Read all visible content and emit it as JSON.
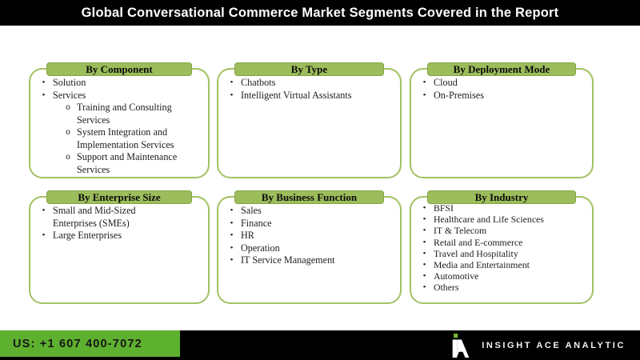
{
  "header": {
    "title": "Global Conversational Commerce Market Segments Covered in the Report"
  },
  "boxes": [
    {
      "title": "By Component",
      "items": [
        {
          "level": 1,
          "text": "Solution"
        },
        {
          "level": 1,
          "text": "Services"
        },
        {
          "level": 2,
          "text": "Training and Consulting Services"
        },
        {
          "level": 2,
          "text": "System Integration and Implementation Services"
        },
        {
          "level": 2,
          "text": "Support and Maintenance Services"
        }
      ]
    },
    {
      "title": "By Type",
      "items": [
        {
          "level": 1,
          "text": "Chatbots"
        },
        {
          "level": 1,
          "text": "Intelligent Virtual Assistants"
        }
      ]
    },
    {
      "title": "By Deployment Mode",
      "items": [
        {
          "level": 1,
          "text": "Cloud"
        },
        {
          "level": 1,
          "text": "On-Premises"
        }
      ]
    },
    {
      "title": "By Enterprise Size",
      "items": [
        {
          "level": 1,
          "text": "Small and Mid-Sized Enterprises (SMEs)"
        },
        {
          "level": 1,
          "text": "Large Enterprises"
        }
      ]
    },
    {
      "title": "By Business Function",
      "items": [
        {
          "level": 1,
          "text": "Sales"
        },
        {
          "level": 1,
          "text": "Finance"
        },
        {
          "level": 1,
          "text": "HR"
        },
        {
          "level": 1,
          "text": "Operation"
        },
        {
          "level": 1,
          "text": "IT Service Management"
        }
      ]
    },
    {
      "title": "By Industry",
      "items": [
        {
          "level": 1,
          "text": "BFSI"
        },
        {
          "level": 1,
          "text": "Healthcare and Life Sciences"
        },
        {
          "level": 1,
          "text": "IT & Telecom"
        },
        {
          "level": 1,
          "text": "Retail and E-commerce"
        },
        {
          "level": 1,
          "text": "Travel and Hospitality"
        },
        {
          "level": 1,
          "text": "Media and Entertainment"
        },
        {
          "level": 1,
          "text": "Automotive"
        },
        {
          "level": 1,
          "text": "Others"
        }
      ]
    }
  ],
  "footer": {
    "phone": "US: +1 607 400-7072",
    "brand": "INSIGHT ACE ANALYTIC"
  },
  "icons": {
    "level1_bullet": "•",
    "level2_bullet": "o",
    "logo": "insight-ace-a-logo"
  },
  "colors": {
    "box_green": "#A3C163",
    "tab_green": "#9CBD5B",
    "footer_green": "#5EB02F",
    "header_bg": "#000000",
    "logo_accent_green": "#76B82A"
  }
}
